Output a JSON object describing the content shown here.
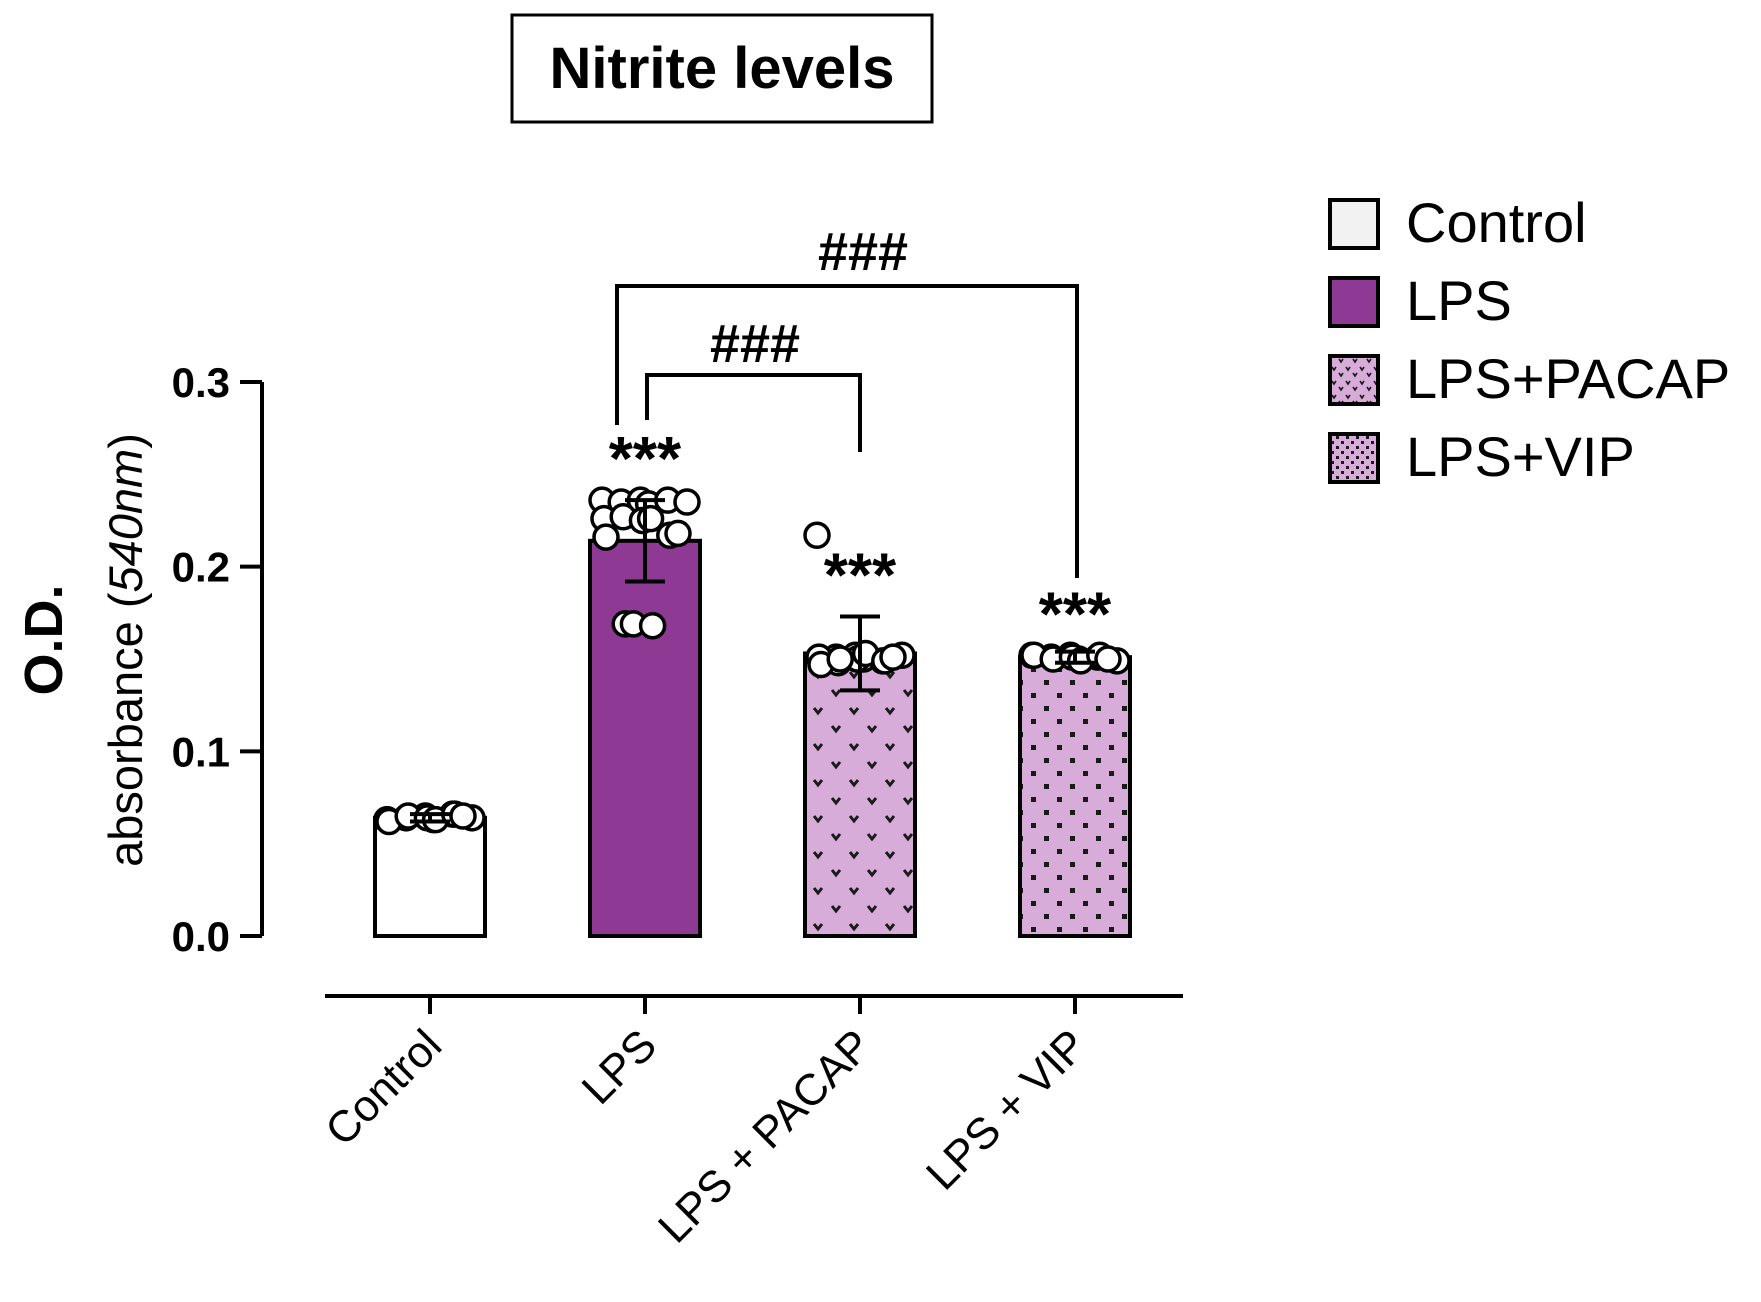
{
  "chart_data": {
    "type": "bar",
    "title": "Nitrite levels",
    "ylabel_bold": "O.D.",
    "ylabel_main": "absorbance (",
    "ylabel_italic": "540nm",
    "ylabel_close": ")",
    "ylim": [
      0,
      0.3
    ],
    "yticks": [
      0.0,
      0.1,
      0.2,
      0.3
    ],
    "ytick_labels": [
      "0.0",
      "0.1",
      "0.2",
      "0.3"
    ],
    "grid": false,
    "legend_position": "top-right",
    "categories": [
      "Control",
      "LPS",
      "LPS + PACAP",
      "LPS + VIP"
    ],
    "legend": [
      "Control",
      "LPS",
      "LPS+PACAP",
      "LPS+VIP"
    ],
    "values": [
      0.064,
      0.214,
      0.153,
      0.151
    ],
    "errors": [
      0.002,
      0.022,
      0.02,
      0.003
    ],
    "points": [
      [
        0.063,
        0.064,
        0.065,
        0.063,
        0.066,
        0.064,
        0.062,
        0.065,
        0.064,
        0.063,
        0.066,
        0.065
      ],
      [
        0.236,
        0.235,
        0.236,
        0.234,
        0.236,
        0.235,
        0.226,
        0.227,
        0.225,
        0.226,
        0.217,
        0.218,
        0.216,
        0.169,
        0.169,
        0.168
      ],
      [
        0.217,
        0.151,
        0.152,
        0.15,
        0.149,
        0.152,
        0.151,
        0.148,
        0.15,
        0.153,
        0.149,
        0.151,
        0.147,
        0.15
      ],
      [
        0.152,
        0.151,
        0.152,
        0.15,
        0.151,
        0.149,
        0.152,
        0.15,
        0.151,
        0.149,
        0.152,
        0.15
      ]
    ],
    "bar_fill": [
      "#ffffff",
      "#8e3994",
      "#d7acd8",
      "#d7acd8"
    ],
    "legend_fill": [
      "#f2f2f2",
      "#8e3994",
      "#d7acd8",
      "#d7acd8"
    ],
    "bar_pattern": [
      "none",
      "none",
      "chevrons",
      "dots"
    ],
    "significance": [
      "",
      "***",
      "***",
      "***"
    ],
    "brackets": [
      {
        "from": "LPS",
        "to": "LPS + PACAP",
        "label": "###"
      },
      {
        "from": "LPS",
        "to": "LPS + VIP",
        "label": "###"
      }
    ]
  }
}
